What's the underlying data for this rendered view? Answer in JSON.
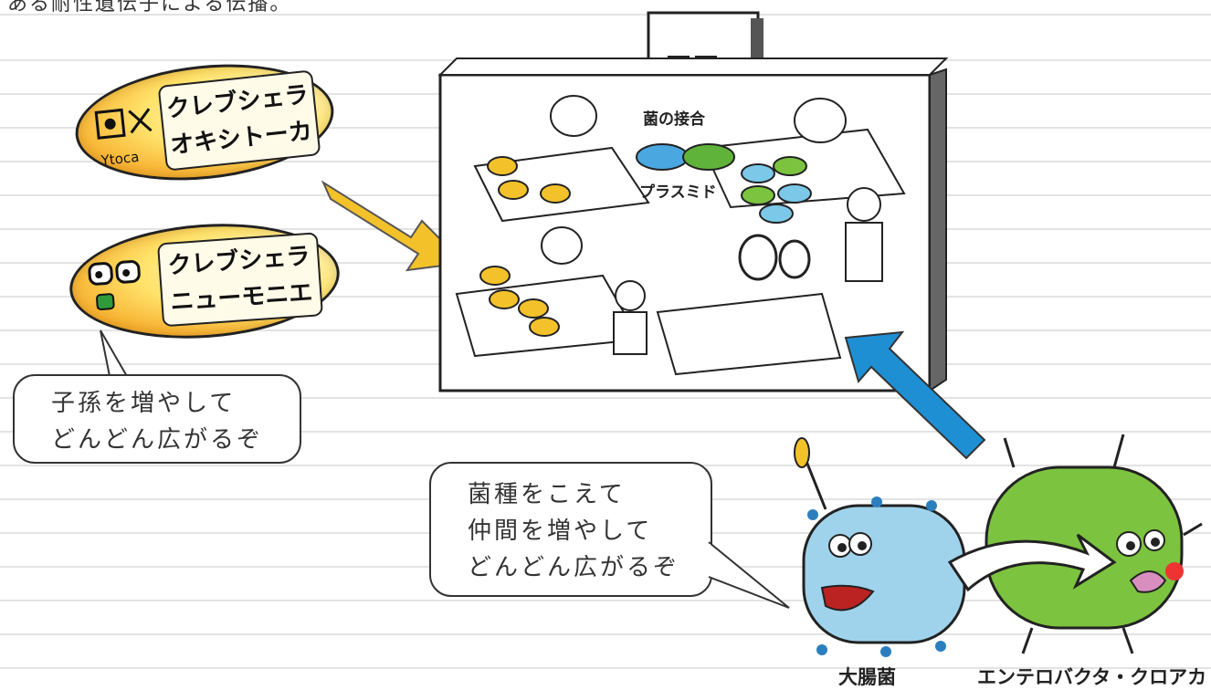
{
  "header": {
    "caption": "ある耐性遺伝子による伝播。"
  },
  "bacteria_top": {
    "line1": "クレブシェラ",
    "line2": "オキシトーカ",
    "badge_text": "Ytoca"
  },
  "bacteria_mid": {
    "line1": "クレブシェラ",
    "line2": "ニューモニエ"
  },
  "hospital": {
    "conjugation_label": "菌の接合",
    "plasmid_label": "プラスミド"
  },
  "speech_left": {
    "line1": "子孫を増やして",
    "line2": "どんどん広がるぞ"
  },
  "speech_right": {
    "line1": "菌種をこえて",
    "line2": "仲間を増やして",
    "line3": "どんどん広がるぞ"
  },
  "labels": {
    "ecoli": "大腸菌",
    "enterobacter": "エンテロバクタ・クロアカ"
  },
  "colors": {
    "yellow_arrow": "#f3c22a",
    "blue_arrow": "#1f8fd4",
    "ecoli": "#9fd3ec",
    "enterobacter": "#7cc33f"
  }
}
